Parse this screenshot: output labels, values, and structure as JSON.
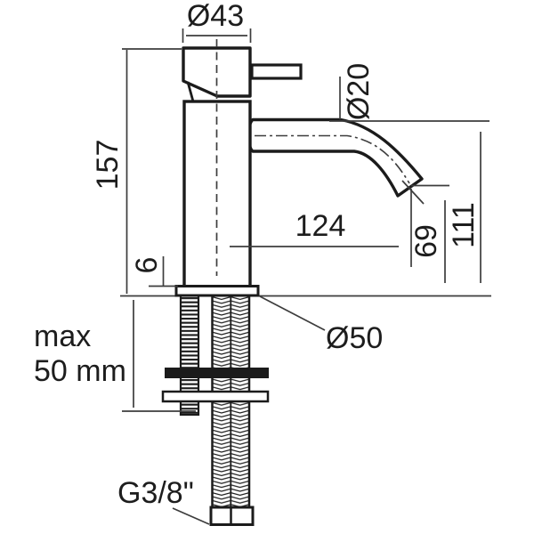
{
  "meta": {
    "title": "Basin mixer tap technical drawing, side elevation with installation dimensions",
    "units": "mm"
  },
  "colors": {
    "ink": "#1b1b1b",
    "dim_line": "#3d3d3d",
    "background": "#ffffff"
  },
  "labels": {
    "cartridge_diameter": "Ø43",
    "spout_diameter": "Ø20",
    "total_height": "157",
    "spout_reach": "124",
    "spout_outlet_height": "69",
    "spout_top_height": "111",
    "base_plate_height": "6",
    "base_diameter": "Ø50",
    "max_mounting_line1": "max",
    "max_mounting_line2": "50 mm",
    "thread": "G3/8\""
  }
}
